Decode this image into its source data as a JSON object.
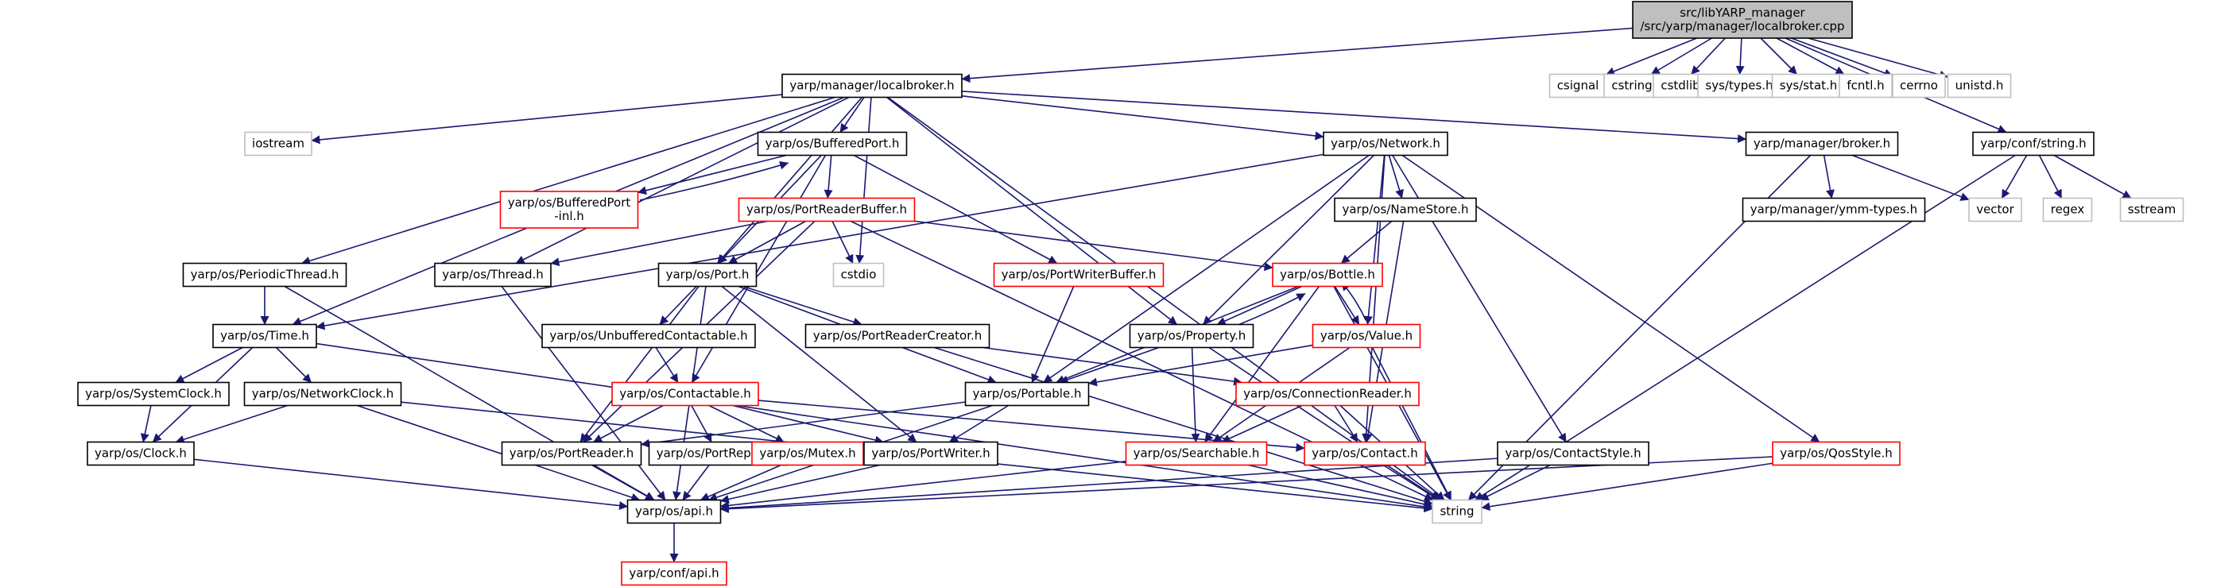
{
  "colors": {
    "edge": "#191970",
    "arrow": "#191970",
    "node_border_default": "#000000",
    "node_border_missing": "#bfbfbf",
    "node_border_truncated": "#ff0000",
    "root_fill": "#bfbfbf",
    "node_fill": "#ffffff"
  },
  "nodes": [
    {
      "id": "root",
      "lines": [
        "src/libYARP_manager",
        "/src/yarp/manager/localbroker.cpp"
      ],
      "style": "root"
    },
    {
      "id": "localbroker_h",
      "lines": [
        "yarp/manager/localbroker.h"
      ],
      "style": "normal"
    },
    {
      "id": "csignal",
      "lines": [
        "csignal"
      ],
      "style": "missing"
    },
    {
      "id": "cstring",
      "lines": [
        "cstring"
      ],
      "style": "missing"
    },
    {
      "id": "cstdlib",
      "lines": [
        "cstdlib"
      ],
      "style": "missing"
    },
    {
      "id": "sys_types",
      "lines": [
        "sys/types.h"
      ],
      "style": "missing"
    },
    {
      "id": "sys_stat",
      "lines": [
        "sys/stat.h"
      ],
      "style": "missing"
    },
    {
      "id": "fcntl",
      "lines": [
        "fcntl.h"
      ],
      "style": "missing"
    },
    {
      "id": "cerrno",
      "lines": [
        "cerrno"
      ],
      "style": "missing"
    },
    {
      "id": "unistd",
      "lines": [
        "unistd.h"
      ],
      "style": "missing"
    },
    {
      "id": "iostream",
      "lines": [
        "iostream"
      ],
      "style": "missing"
    },
    {
      "id": "bufferedport",
      "lines": [
        "yarp/os/BufferedPort.h"
      ],
      "style": "normal"
    },
    {
      "id": "network",
      "lines": [
        "yarp/os/Network.h"
      ],
      "style": "normal"
    },
    {
      "id": "broker",
      "lines": [
        "yarp/manager/broker.h"
      ],
      "style": "normal"
    },
    {
      "id": "conf_string",
      "lines": [
        "yarp/conf/string.h"
      ],
      "style": "normal"
    },
    {
      "id": "bufferedport_inl",
      "lines": [
        "yarp/os/BufferedPort",
        "-inl.h"
      ],
      "style": "truncated"
    },
    {
      "id": "portreaderbuffer",
      "lines": [
        "yarp/os/PortReaderBuffer.h"
      ],
      "style": "truncated"
    },
    {
      "id": "namestore",
      "lines": [
        "yarp/os/NameStore.h"
      ],
      "style": "normal"
    },
    {
      "id": "ymm_types",
      "lines": [
        "yarp/manager/ymm-types.h"
      ],
      "style": "normal"
    },
    {
      "id": "vector",
      "lines": [
        "vector"
      ],
      "style": "missing"
    },
    {
      "id": "regex",
      "lines": [
        "regex"
      ],
      "style": "missing"
    },
    {
      "id": "sstream",
      "lines": [
        "sstream"
      ],
      "style": "missing"
    },
    {
      "id": "periodicthread",
      "lines": [
        "yarp/os/PeriodicThread.h"
      ],
      "style": "normal"
    },
    {
      "id": "thread",
      "lines": [
        "yarp/os/Thread.h"
      ],
      "style": "normal"
    },
    {
      "id": "port",
      "lines": [
        "yarp/os/Port.h"
      ],
      "style": "normal"
    },
    {
      "id": "cstdio",
      "lines": [
        "cstdio"
      ],
      "style": "missing"
    },
    {
      "id": "portwriterbuffer",
      "lines": [
        "yarp/os/PortWriterBuffer.h"
      ],
      "style": "truncated"
    },
    {
      "id": "bottle",
      "lines": [
        "yarp/os/Bottle.h"
      ],
      "style": "truncated"
    },
    {
      "id": "time",
      "lines": [
        "yarp/os/Time.h"
      ],
      "style": "normal"
    },
    {
      "id": "unbufferedcontactable",
      "lines": [
        "yarp/os/UnbufferedContactable.h"
      ],
      "style": "normal"
    },
    {
      "id": "portreadercreator",
      "lines": [
        "yarp/os/PortReaderCreator.h"
      ],
      "style": "normal"
    },
    {
      "id": "property",
      "lines": [
        "yarp/os/Property.h"
      ],
      "style": "normal"
    },
    {
      "id": "value",
      "lines": [
        "yarp/os/Value.h"
      ],
      "style": "truncated"
    },
    {
      "id": "systemclock",
      "lines": [
        "yarp/os/SystemClock.h"
      ],
      "style": "normal"
    },
    {
      "id": "networkclock",
      "lines": [
        "yarp/os/NetworkClock.h"
      ],
      "style": "normal"
    },
    {
      "id": "contactable",
      "lines": [
        "yarp/os/Contactable.h"
      ],
      "style": "truncated"
    },
    {
      "id": "portable",
      "lines": [
        "yarp/os/Portable.h"
      ],
      "style": "normal"
    },
    {
      "id": "connectionreader",
      "lines": [
        "yarp/os/ConnectionReader.h"
      ],
      "style": "truncated"
    },
    {
      "id": "clock",
      "lines": [
        "yarp/os/Clock.h"
      ],
      "style": "normal"
    },
    {
      "id": "portreader",
      "lines": [
        "yarp/os/PortReader.h"
      ],
      "style": "normal"
    },
    {
      "id": "portreport",
      "lines": [
        "yarp/os/PortReport.h"
      ],
      "style": "normal"
    },
    {
      "id": "mutex",
      "lines": [
        "yarp/os/Mutex.h"
      ],
      "style": "truncated"
    },
    {
      "id": "portwriter",
      "lines": [
        "yarp/os/PortWriter.h"
      ],
      "style": "normal"
    },
    {
      "id": "searchable",
      "lines": [
        "yarp/os/Searchable.h"
      ],
      "style": "truncated"
    },
    {
      "id": "contact",
      "lines": [
        "yarp/os/Contact.h"
      ],
      "style": "truncated"
    },
    {
      "id": "contactstyle",
      "lines": [
        "yarp/os/ContactStyle.h"
      ],
      "style": "normal"
    },
    {
      "id": "qosstyle",
      "lines": [
        "yarp/os/QosStyle.h"
      ],
      "style": "truncated"
    },
    {
      "id": "api",
      "lines": [
        "yarp/os/api.h"
      ],
      "style": "normal"
    },
    {
      "id": "string",
      "lines": [
        "string"
      ],
      "style": "missing"
    },
    {
      "id": "conf_api",
      "lines": [
        "yarp/conf/api.h"
      ],
      "style": "truncated"
    }
  ],
  "edges": [
    [
      "root",
      "localbroker_h"
    ],
    [
      "root",
      "csignal"
    ],
    [
      "root",
      "cstring"
    ],
    [
      "root",
      "cstdlib"
    ],
    [
      "root",
      "sys_types"
    ],
    [
      "root",
      "sys_stat"
    ],
    [
      "root",
      "fcntl"
    ],
    [
      "root",
      "cerrno"
    ],
    [
      "root",
      "unistd"
    ],
    [
      "root",
      "conf_string"
    ],
    [
      "localbroker_h",
      "iostream"
    ],
    [
      "localbroker_h",
      "bufferedport"
    ],
    [
      "localbroker_h",
      "network"
    ],
    [
      "localbroker_h",
      "broker"
    ],
    [
      "localbroker_h",
      "periodicthread"
    ],
    [
      "localbroker_h",
      "thread"
    ],
    [
      "localbroker_h",
      "port"
    ],
    [
      "localbroker_h",
      "time"
    ],
    [
      "localbroker_h",
      "property"
    ],
    [
      "localbroker_h",
      "cstdio"
    ],
    [
      "localbroker_h",
      "string"
    ],
    [
      "bufferedport",
      "bufferedport_inl"
    ],
    [
      "bufferedport_inl",
      "bufferedport"
    ],
    [
      "bufferedport",
      "portreaderbuffer"
    ],
    [
      "bufferedport",
      "port"
    ],
    [
      "bufferedport",
      "portwriterbuffer"
    ],
    [
      "bufferedport",
      "contactable"
    ],
    [
      "portreaderbuffer",
      "thread"
    ],
    [
      "portreaderbuffer",
      "port"
    ],
    [
      "portreaderbuffer",
      "cstdio"
    ],
    [
      "portreaderbuffer",
      "bottle"
    ],
    [
      "portreaderbuffer",
      "portreader"
    ],
    [
      "portreaderbuffer",
      "string"
    ],
    [
      "network",
      "time"
    ],
    [
      "network",
      "namestore"
    ],
    [
      "network",
      "property"
    ],
    [
      "network",
      "value"
    ],
    [
      "network",
      "portable"
    ],
    [
      "network",
      "contactstyle"
    ],
    [
      "network",
      "qosstyle"
    ],
    [
      "network",
      "contact"
    ],
    [
      "broker",
      "ymm_types"
    ],
    [
      "broker",
      "vector"
    ],
    [
      "broker",
      "string"
    ],
    [
      "conf_string",
      "vector"
    ],
    [
      "conf_string",
      "regex"
    ],
    [
      "conf_string",
      "sstream"
    ],
    [
      "conf_string",
      "string"
    ],
    [
      "namestore",
      "bottle"
    ],
    [
      "namestore",
      "contact"
    ],
    [
      "periodicthread",
      "time"
    ],
    [
      "periodicthread",
      "api"
    ],
    [
      "thread",
      "api"
    ],
    [
      "port",
      "unbufferedcontactable"
    ],
    [
      "port",
      "portreadercreator"
    ],
    [
      "port",
      "portreader"
    ],
    [
      "port",
      "portwriter"
    ],
    [
      "port",
      "portable"
    ],
    [
      "port",
      "api"
    ],
    [
      "portwriterbuffer",
      "portable"
    ],
    [
      "bottle",
      "property"
    ],
    [
      "property",
      "bottle"
    ],
    [
      "bottle",
      "value"
    ],
    [
      "value",
      "bottle"
    ],
    [
      "bottle",
      "portable"
    ],
    [
      "bottle",
      "searchable"
    ],
    [
      "bottle",
      "string"
    ],
    [
      "time",
      "systemclock"
    ],
    [
      "time",
      "networkclock"
    ],
    [
      "time",
      "clock"
    ],
    [
      "time",
      "string"
    ],
    [
      "unbufferedcontactable",
      "contactable"
    ],
    [
      "portreadercreator",
      "connectionreader"
    ],
    [
      "portreadercreator",
      "string"
    ],
    [
      "property",
      "portable"
    ],
    [
      "property",
      "searchable"
    ],
    [
      "property",
      "string"
    ],
    [
      "value",
      "portable"
    ],
    [
      "value",
      "searchable"
    ],
    [
      "value",
      "string"
    ],
    [
      "systemclock",
      "clock"
    ],
    [
      "networkclock",
      "clock"
    ],
    [
      "networkclock",
      "api"
    ],
    [
      "networkclock",
      "string"
    ],
    [
      "contactable",
      "portreader"
    ],
    [
      "contactable",
      "portreport"
    ],
    [
      "contactable",
      "mutex"
    ],
    [
      "contactable",
      "portwriter"
    ],
    [
      "contactable",
      "contact"
    ],
    [
      "portable",
      "portreader"
    ],
    [
      "portable",
      "portwriter"
    ],
    [
      "portable",
      "api"
    ],
    [
      "connectionreader",
      "searchable"
    ],
    [
      "connectionreader",
      "contact"
    ],
    [
      "connectionreader",
      "string"
    ],
    [
      "clock",
      "api"
    ],
    [
      "portreader",
      "api"
    ],
    [
      "portreport",
      "api"
    ],
    [
      "mutex",
      "api"
    ],
    [
      "portwriter",
      "api"
    ],
    [
      "searchable",
      "api"
    ],
    [
      "searchable",
      "string"
    ],
    [
      "contact",
      "string"
    ],
    [
      "contactstyle",
      "api"
    ],
    [
      "contactstyle",
      "string"
    ],
    [
      "qosstyle",
      "api"
    ],
    [
      "qosstyle",
      "string"
    ],
    [
      "api",
      "conf_api"
    ]
  ]
}
